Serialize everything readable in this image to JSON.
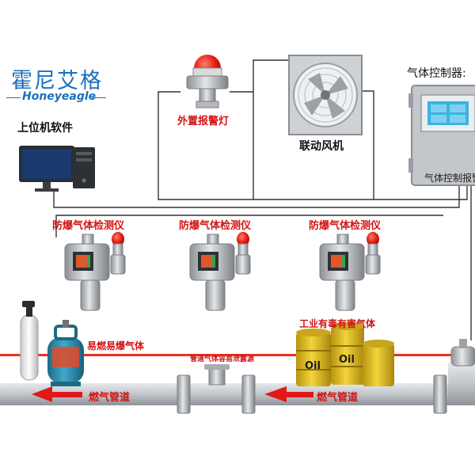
{
  "brand": {
    "name_cn": "霍尼艾格",
    "name_en": "Honeyeagle"
  },
  "labels": {
    "host_software": "上位机软件",
    "external_alarm_light": "外置报警灯",
    "linked_fan": "联动风机",
    "gas_controller": "气体控制器:",
    "controller_panel_text": "气体控制报警",
    "detector": "防爆气体检测仪",
    "flammable_gas": "易燃易爆气体",
    "leak_point": "管道气体容易泄露源",
    "toxic_gas": "工业有毒有害气体",
    "gas_pipeline": "燃气管道",
    "oil": "Oil"
  },
  "colors": {
    "brand_blue": "#1a6fbf",
    "label_red": "#d21414",
    "arrow_red": "#e01818",
    "cylinder_teal": "#2a8fb0",
    "oil_barrel_yellow": "#e6c21a",
    "pipe_gray": "#c9ccd0",
    "controller_gray": "#b9bcc0",
    "screen_cyan": "#3ab4e0"
  }
}
